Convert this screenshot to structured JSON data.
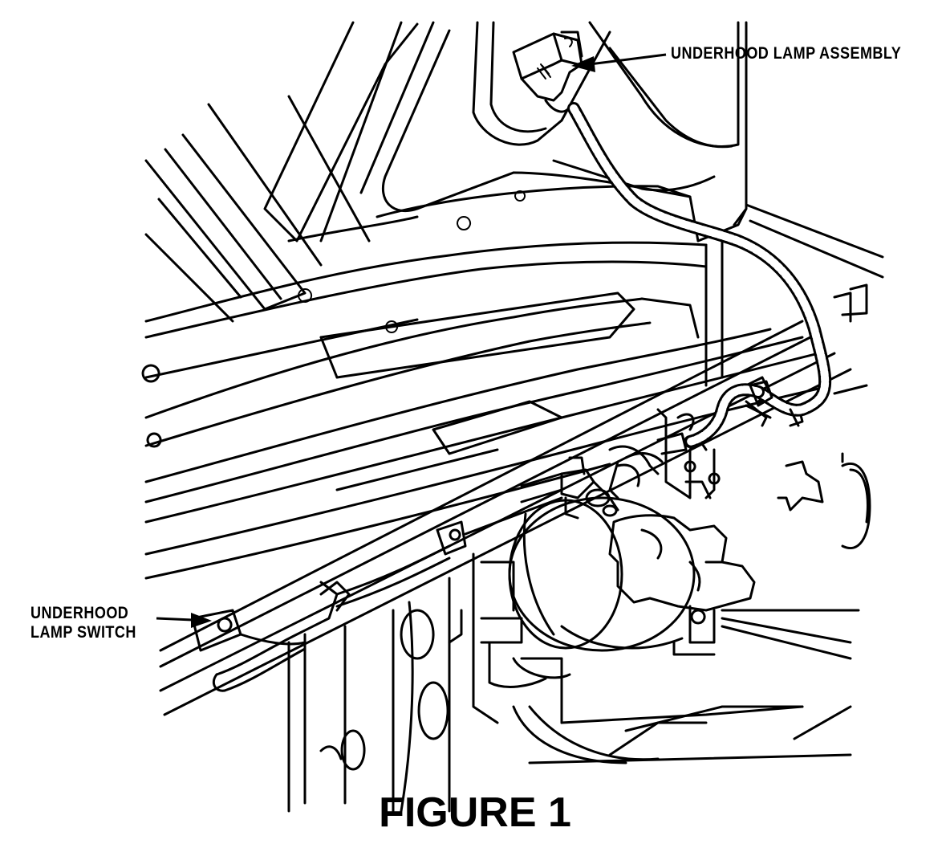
{
  "labels": {
    "lamp_assembly": "UNDERHOOD LAMP ASSEMBLY",
    "lamp_switch_line1": "UNDERHOOD",
    "lamp_switch_line2": "LAMP SWITCH"
  },
  "caption": "FIGURE 1"
}
